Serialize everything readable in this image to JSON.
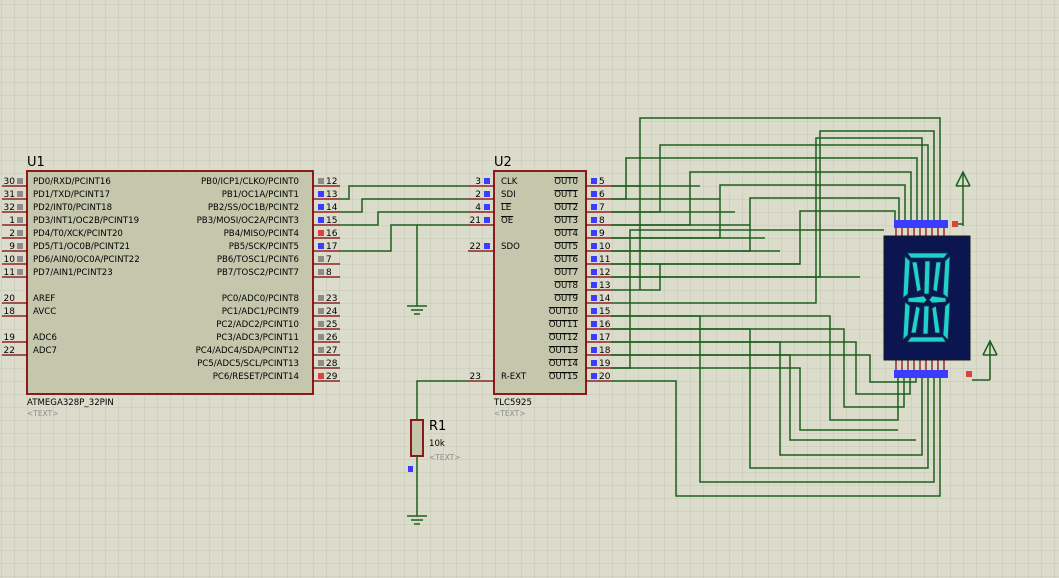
{
  "u1": {
    "ref": "U1",
    "type": "ATMEGA328P_32PIN",
    "text_placeholder": "<TEXT>",
    "left_pins": [
      {
        "num": "30",
        "name": "PD0/RXD/PCINT16"
      },
      {
        "num": "31",
        "name": "PD1/TXD/PCINT17"
      },
      {
        "num": "32",
        "name": "PD2/INT0/PCINT18"
      },
      {
        "num": "1",
        "name": "PD3/INT1/OC2B/PCINT19"
      },
      {
        "num": "2",
        "name": "PD4/T0/XCK/PCINT20"
      },
      {
        "num": "9",
        "name": "PD5/T1/OC0B/PCINT21"
      },
      {
        "num": "10",
        "name": "PD6/AIN0/OC0A/PCINT22"
      },
      {
        "num": "11",
        "name": "PD7/AIN1/PCINT23"
      },
      {
        "num": "20",
        "name": "AREF"
      },
      {
        "num": "18",
        "name": "AVCC"
      },
      {
        "num": "19",
        "name": "ADC6"
      },
      {
        "num": "22",
        "name": "ADC7"
      }
    ],
    "right_pins": [
      {
        "num": "12",
        "name": "PB0/ICP1/CLKO/PCINT0"
      },
      {
        "num": "13",
        "name": "PB1/OC1A/PCINT1"
      },
      {
        "num": "14",
        "name": "PB2/SS/OC1B/PCINT2"
      },
      {
        "num": "15",
        "name": "PB3/MOSI/OC2A/PCINT3"
      },
      {
        "num": "16",
        "name": "PB4/MISO/PCINT4"
      },
      {
        "num": "17",
        "name": "PB5/SCK/PCINT5"
      },
      {
        "num": "7",
        "name": "PB6/TOSC1/PCINT6"
      },
      {
        "num": "8",
        "name": "PB7/TOSC2/PCINT7"
      },
      {
        "num": "23",
        "name": "PC0/ADC0/PCINT8"
      },
      {
        "num": "24",
        "name": "PC1/ADC1/PCINT9"
      },
      {
        "num": "25",
        "name": "PC2/ADC2/PCINT10"
      },
      {
        "num": "26",
        "name": "PC3/ADC3/PCINT11"
      },
      {
        "num": "27",
        "name": "PC4/ADC4/SDA/PCINT12"
      },
      {
        "num": "28",
        "name": "PC5/ADC5/SCL/PCINT13"
      },
      {
        "num": "29",
        "name": "PC6/RESET/PCINT14"
      }
    ]
  },
  "u2": {
    "ref": "U2",
    "type": "TLC5925",
    "text_placeholder": "<TEXT>",
    "left_pins": [
      {
        "num": "3",
        "name": "CLK"
      },
      {
        "num": "2",
        "name": "SDI"
      },
      {
        "num": "4",
        "name": "LE"
      },
      {
        "num": "21",
        "name": "OE"
      },
      {
        "num": "22",
        "name": "SDO"
      },
      {
        "num": "23",
        "name": "R-EXT"
      }
    ],
    "right_pins": [
      {
        "num": "5",
        "name": "OUT0"
      },
      {
        "num": "6",
        "name": "OUT1"
      },
      {
        "num": "7",
        "name": "OUT2"
      },
      {
        "num": "8",
        "name": "OUT3"
      },
      {
        "num": "9",
        "name": "OUT4"
      },
      {
        "num": "10",
        "name": "OUT5"
      },
      {
        "num": "11",
        "name": "OUT6"
      },
      {
        "num": "12",
        "name": "OUT7"
      },
      {
        "num": "13",
        "name": "OUT8"
      },
      {
        "num": "14",
        "name": "OUT9"
      },
      {
        "num": "15",
        "name": "OUT10"
      },
      {
        "num": "16",
        "name": "OUT11"
      },
      {
        "num": "17",
        "name": "OUT12"
      },
      {
        "num": "18",
        "name": "OUT13"
      },
      {
        "num": "19",
        "name": "OUT14"
      },
      {
        "num": "20",
        "name": "OUT15"
      }
    ]
  },
  "r1": {
    "ref": "R1",
    "value": "10k",
    "text_placeholder": "<TEXT>"
  },
  "colors": {
    "sheet": "#dcdccc",
    "grid": "#c8c8b6",
    "wire": "#1c5e1c",
    "component_body": "#c5c7ac",
    "component_border": "#8b1a1a",
    "pin_connected": "#3c3cff",
    "pin_unconnected": "#8c8c8c",
    "pin_high": "#e04040",
    "display_bg": "#0b1650",
    "segment_on": "#22d0d0"
  }
}
